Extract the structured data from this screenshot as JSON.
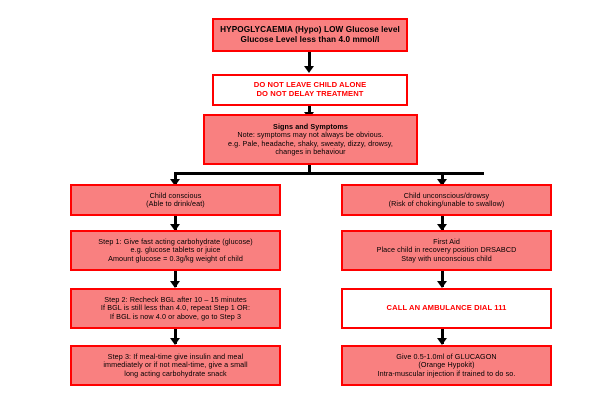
{
  "chart_data": {
    "type": "diagram",
    "title": "Hypoglycaemia management flowchart",
    "nodes": [
      {
        "id": "title",
        "lines": [
          "HYPOGLYCAEMIA (Hypo) LOW Glucose level",
          "Glucose Level less than 4.0 mmol/l"
        ]
      },
      {
        "id": "warning",
        "lines": [
          "DO NOT LEAVE CHILD ALONE",
          "DO NOT DELAY TREATMENT"
        ]
      },
      {
        "id": "signs",
        "lines": [
          "Signs and Symptoms",
          "Note: symptoms may not always be obvious.",
          "e.g. Pale, headache, shaky, sweaty, dizzy, drowsy,",
          "changes in behaviour"
        ]
      },
      {
        "id": "conscious",
        "lines": [
          "Child conscious",
          "(Able to drink/eat)"
        ]
      },
      {
        "id": "unconscious",
        "lines": [
          "Child unconscious/drowsy",
          "(Risk of choking/unable to swallow)"
        ]
      },
      {
        "id": "step1",
        "lines": [
          "Step 1: Give fast acting carbohydrate (glucose)",
          "e.g. glucose tablets or juice",
          "Amount glucose = 0.3g/kg weight of child"
        ]
      },
      {
        "id": "firstaid",
        "lines": [
          "First Aid",
          "Place child in recovery position DRSABCD",
          "Stay with unconscious child"
        ]
      },
      {
        "id": "step2",
        "lines": [
          "Step 2: Recheck BGL after 10 – 15 minutes",
          "If BGL is still less than 4.0, repeat Step 1 OR:",
          "If BGL is now 4.0 or above, go to Step 3"
        ]
      },
      {
        "id": "ambulance",
        "lines": [
          "CALL AN AMBULANCE DIAL 111"
        ]
      },
      {
        "id": "step3",
        "lines": [
          "Step 3: If meal-time give insulin and meal",
          "immediately or if not meal-time, give a small",
          "long acting carbohydrate snack"
        ]
      },
      {
        "id": "glucagon",
        "lines": [
          "Give 0.5-1.0ml of GLUCAGON",
          "(Orange Hypokit)",
          "Intra-muscular injection if trained to do so."
        ]
      }
    ],
    "edges": [
      {
        "from": "title",
        "to": "warning"
      },
      {
        "from": "warning",
        "to": "signs"
      },
      {
        "from": "signs",
        "to": "conscious"
      },
      {
        "from": "signs",
        "to": "unconscious"
      },
      {
        "from": "conscious",
        "to": "step1"
      },
      {
        "from": "step1",
        "to": "step2"
      },
      {
        "from": "step2",
        "to": "step3"
      },
      {
        "from": "unconscious",
        "to": "firstaid"
      },
      {
        "from": "firstaid",
        "to": "ambulance"
      },
      {
        "from": "ambulance",
        "to": "glucagon"
      }
    ],
    "colors": {
      "box_fill": "#f98080",
      "box_border": "#ff0000",
      "alert_fill": "#ffffff",
      "alert_text": "#ff0000",
      "text": "#000000",
      "connector": "#000000",
      "background": "#ffffff"
    }
  },
  "title_box": {
    "line1": "HYPOGLYCAEMIA (Hypo) LOW Glucose level",
    "line2": "Glucose Level less than 4.0 mmol/l"
  },
  "warning_box": {
    "line1": "DO NOT LEAVE CHILD ALONE",
    "line2": "DO NOT DELAY TREATMENT"
  },
  "signs_box": {
    "heading": "Signs and Symptoms",
    "line1": "Note: symptoms may not always be obvious.",
    "line2": "e.g. Pale, headache, shaky, sweaty, dizzy, drowsy,",
    "line3": "changes in behaviour"
  },
  "conscious_box": {
    "line1": "Child conscious",
    "line2": "(Able to drink/eat)"
  },
  "unconscious_box": {
    "line1": "Child unconscious/drowsy",
    "line2": "(Risk of choking/unable to swallow)"
  },
  "step1_box": {
    "line1": "Step 1: Give fast acting carbohydrate (glucose)",
    "line2": "e.g. glucose tablets or juice",
    "line3": "Amount glucose = 0.3g/kg weight of child"
  },
  "step2_box": {
    "line1": "Step 2: Recheck BGL after 10 – 15 minutes",
    "line2": "If BGL is still less than 4.0, repeat Step 1 OR:",
    "line3": "If BGL is now 4.0 or above, go to Step 3"
  },
  "step3_box": {
    "line1": "Step 3: If meal-time give insulin and meal",
    "line2": "immediately or if not meal-time, give a small",
    "line3": "long acting carbohydrate snack"
  },
  "firstaid_box": {
    "line1": "First Aid",
    "line2": "Place child in recovery position DRSABCD",
    "line3": "Stay with unconscious child"
  },
  "ambulance_box": {
    "line1": "CALL AN AMBULANCE DIAL 111"
  },
  "glucagon_box": {
    "line1": "Give 0.5-1.0ml of GLUCAGON",
    "line2": "(Orange Hypokit)",
    "line3": "Intra-muscular injection if trained to do so."
  }
}
